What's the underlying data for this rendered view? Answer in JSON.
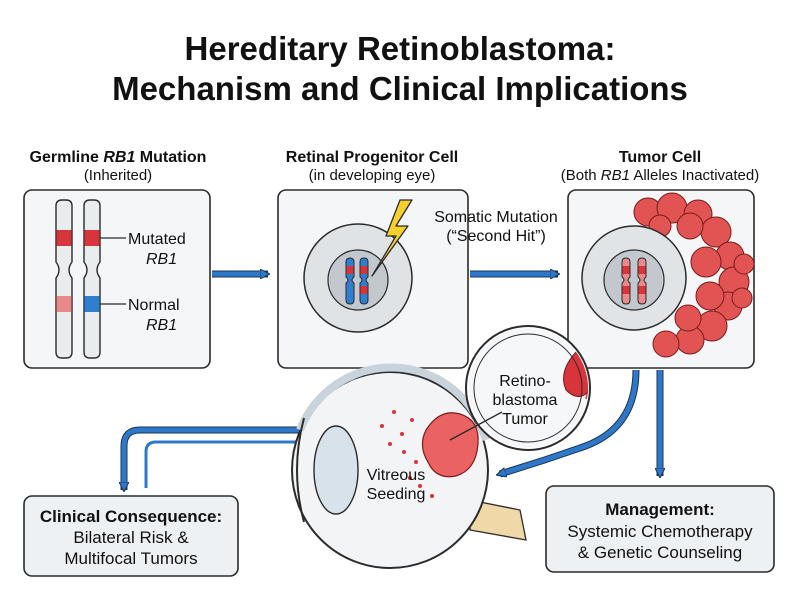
{
  "title": {
    "line1": "Hereditary Retinoblastoma:",
    "line2": "Mechanism and Clinical Implications"
  },
  "panels": {
    "germline": {
      "title_prefix": "Germline ",
      "title_gene": "RB1",
      "title_suffix": " Mutation",
      "subtitle": "(Inherited)",
      "mutated_label": "Mutated",
      "mutated_gene": "RB1",
      "normal_label": "Normal",
      "normal_gene": "RB1"
    },
    "progenitor": {
      "title": "Retinal Progenitor Cell",
      "subtitle": "(in developing eye)",
      "mutation_line1": "Somatic Mutation",
      "mutation_line2": "(“Second Hit”)"
    },
    "tumor": {
      "title": "Tumor Cell",
      "subtitle_prefix": "(Both ",
      "subtitle_gene": "RB1",
      "subtitle_suffix": " Alleles Inactivated)"
    }
  },
  "eye": {
    "inset_line1": "Retino-",
    "inset_line2": "blastoma",
    "inset_line3": "Tumor",
    "seeding_line1": "Vitreous",
    "seeding_line2": "Seeding"
  },
  "outcomes": {
    "clinical": {
      "heading": "Clinical Consequence:",
      "line1": "Bilateral Risk &",
      "line2": "Multifocal Tumors"
    },
    "management": {
      "heading": "Management:",
      "line1": "Systemic Chemotherapy",
      "line2": "& Genetic Counseling"
    }
  },
  "colors": {
    "mutated": "#d7343c",
    "normal": "#2f7fd0",
    "normal_light": "#e88a8a",
    "arrow": "#2f77c8",
    "panel_bg": "#f4f6f7",
    "tumor": "#e25353",
    "bolt": "#f6d02c"
  },
  "icons": [
    "lightning-bolt-icon",
    "eye-cross-section-icon",
    "chromosome-icon",
    "tumor-cluster-icon"
  ]
}
